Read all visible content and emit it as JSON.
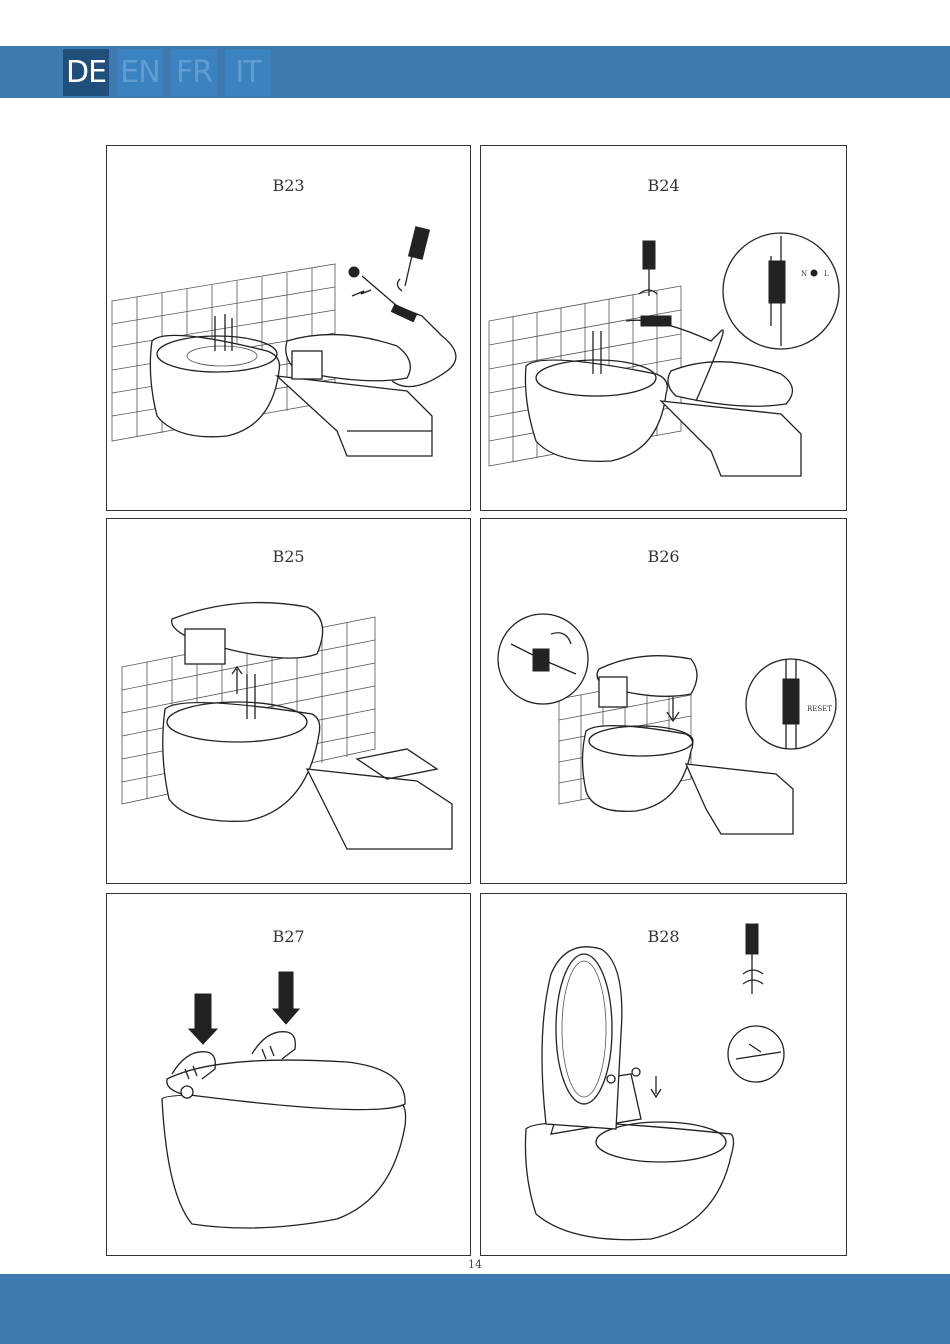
{
  "header": {
    "languages": [
      {
        "code": "DE",
        "active": true
      },
      {
        "code": "EN",
        "active": false
      },
      {
        "code": "FR",
        "active": false
      },
      {
        "code": "IT",
        "active": false
      }
    ]
  },
  "panels": [
    {
      "label": "B23"
    },
    {
      "label": "B24",
      "callout_n": "N",
      "callout_l": "L"
    },
    {
      "label": "B25"
    },
    {
      "label": "B26",
      "callout_reset": "RESET"
    },
    {
      "label": "B27"
    },
    {
      "label": "B28"
    }
  ],
  "footer": {
    "page_number": "14"
  }
}
